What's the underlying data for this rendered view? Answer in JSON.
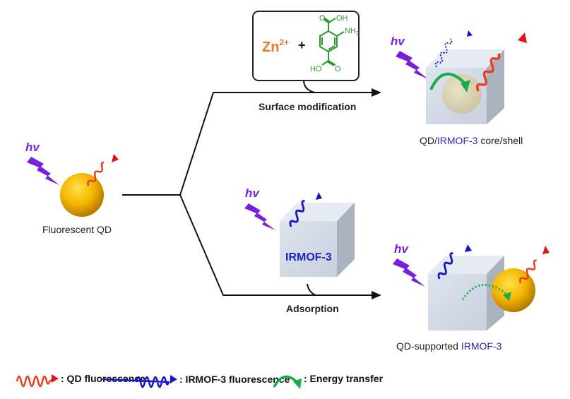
{
  "start": {
    "label": "Fluorescent QD",
    "excitation": "hv"
  },
  "top_branch": {
    "reagent_ion": "Zn",
    "reagent_ion_charge": "2+",
    "plus": "+",
    "linker_groups": {
      "acid_top": "OH",
      "amine": "NH",
      "amine_sub": "2",
      "acid_bottom": "HO"
    },
    "step_label": "Surface modification",
    "product_label_prefix": "QD/",
    "product_label_highlight": "IRMOF-3",
    "product_label_suffix": " core/shell",
    "excitation": "hv"
  },
  "bottom_branch": {
    "mof_label": "IRMOF-3",
    "mof_excitation": "hv",
    "step_label": "Adsorption",
    "product_label_prefix": "QD-supported ",
    "product_label_highlight": "IRMOF-3",
    "excitation": "hv"
  },
  "legend": [
    {
      "icon": "red-wave-arrow-icon",
      "label": ":  QD fluorescence"
    },
    {
      "icon": "blue-wave-arrow-icon",
      "label": ":  IRMOF-3 fluorescence"
    },
    {
      "icon": "green-curved-arrow-icon",
      "label": ":  Energy transfer"
    }
  ],
  "colors": {
    "qd_fluorescence": "#e8401c",
    "mof_fluorescence": "#1414c8",
    "energy_transfer": "#1aab4a",
    "excitation": "#7a1fe0",
    "zinc": "#e07a2a",
    "linker": "#2a9a2a",
    "highlight_text": "#2b2bb0"
  }
}
